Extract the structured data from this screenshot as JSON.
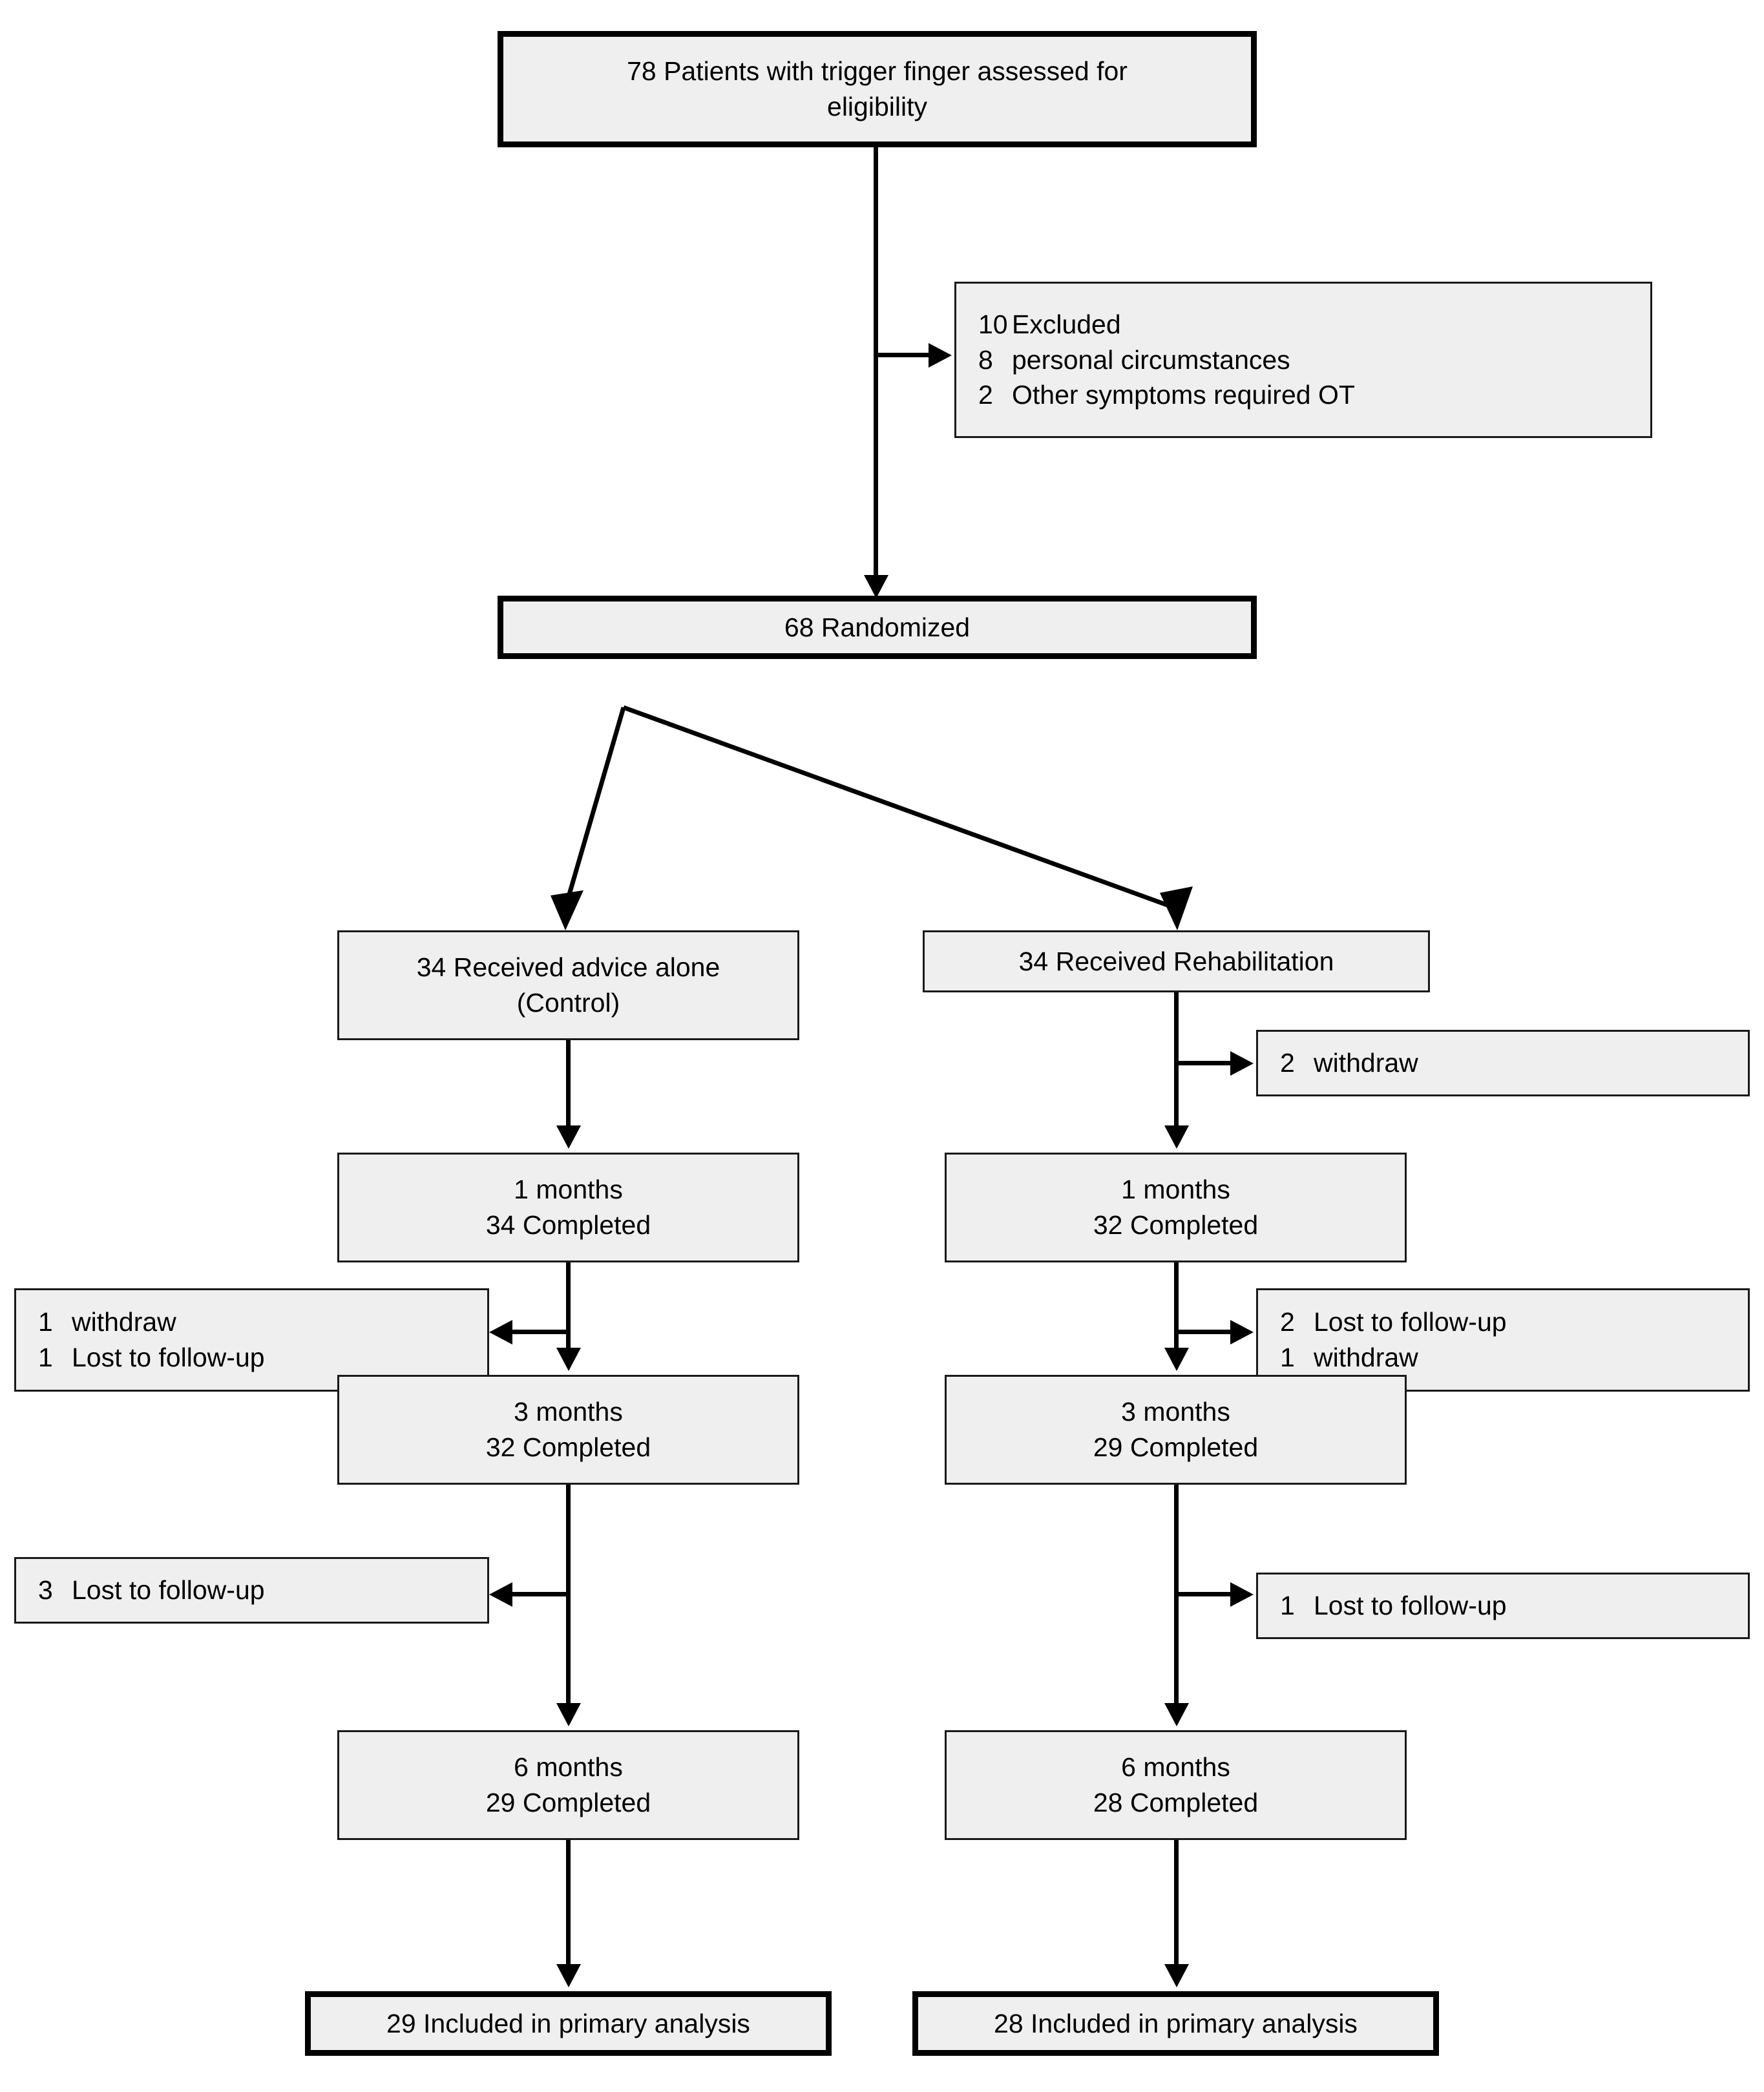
{
  "diagram": {
    "title": "CONSORT flow diagram",
    "colors": {
      "box_fill": "#efefef",
      "box_border": "#1a1a1a",
      "emphasis_border": "#000000",
      "background": "#ffffff",
      "text": "#000000"
    },
    "enrollment": {
      "assessed": {
        "line1": "78 Patients with trigger finger assessed for",
        "line2": "eligibility"
      },
      "excluded": {
        "rows": [
          {
            "num": "10",
            "text": "Excluded"
          },
          {
            "num": "8",
            "text": "personal circumstances"
          },
          {
            "num": "2",
            "text": "Other symptoms required OT"
          }
        ]
      },
      "randomized": {
        "label": "68 Randomized"
      }
    },
    "control_arm": {
      "allocation": {
        "line1": "34 Received advice alone",
        "line2": "(Control)"
      },
      "month1": {
        "line1": "1 months",
        "line2": "34 Completed"
      },
      "dropout_1to3": {
        "rows": [
          {
            "num": "1",
            "text": "withdraw"
          },
          {
            "num": "1",
            "text": "Lost to follow-up"
          }
        ]
      },
      "month3": {
        "line1": "3 months",
        "line2": "32 Completed"
      },
      "dropout_3to6": {
        "rows": [
          {
            "num": "3",
            "text": "Lost to follow-up"
          }
        ]
      },
      "month6": {
        "line1": "6 months",
        "line2": "29 Completed"
      },
      "analysis": {
        "label": "29 Included in primary analysis"
      }
    },
    "rehab_arm": {
      "allocation": {
        "line1": "34 Received Rehabilitation"
      },
      "dropout_alloc": {
        "rows": [
          {
            "num": "2",
            "text": "withdraw"
          }
        ]
      },
      "month1": {
        "line1": "1 months",
        "line2": "32 Completed"
      },
      "dropout_1to3": {
        "rows": [
          {
            "num": "2",
            "text": "Lost to follow-up"
          },
          {
            "num": "1",
            "text": "withdraw"
          }
        ]
      },
      "month3": {
        "line1": "3 months",
        "line2": "29 Completed"
      },
      "dropout_3to6": {
        "rows": [
          {
            "num": "1",
            "text": "Lost to follow-up"
          }
        ]
      },
      "month6": {
        "line1": "6 months",
        "line2": "28 Completed"
      },
      "analysis": {
        "label": "28 Included in primary analysis"
      }
    }
  },
  "chart_data": {
    "type": "diagram",
    "title": "CONSORT flow diagram",
    "nodes": [
      {
        "id": "assessed",
        "label": "78 Patients with trigger finger assessed for eligibility",
        "n": 78
      },
      {
        "id": "excluded",
        "label": "10 Excluded; 8 personal circumstances; 2 Other symptoms required OT",
        "n": 10
      },
      {
        "id": "randomized",
        "label": "68 Randomized",
        "n": 68
      },
      {
        "id": "control-allocation",
        "label": "34 Received advice alone (Control)",
        "n": 34
      },
      {
        "id": "control-m1",
        "label": "1 months 34 Completed",
        "n": 34
      },
      {
        "id": "control-drop-1to3",
        "label": "1 withdraw; 1 Lost to follow-up",
        "n": 2
      },
      {
        "id": "control-m3",
        "label": "3 months 32 Completed",
        "n": 32
      },
      {
        "id": "control-drop-3to6",
        "label": "3 Lost to follow-up",
        "n": 3
      },
      {
        "id": "control-m6",
        "label": "6 months 29 Completed",
        "n": 29
      },
      {
        "id": "control-analysis",
        "label": "29 Included in primary analysis",
        "n": 29
      },
      {
        "id": "rehab-allocation",
        "label": "34 Received Rehabilitation",
        "n": 34
      },
      {
        "id": "rehab-drop-alloc",
        "label": "2 withdraw",
        "n": 2
      },
      {
        "id": "rehab-m1",
        "label": "1 months 32 Completed",
        "n": 32
      },
      {
        "id": "rehab-drop-1to3",
        "label": "2 Lost to follow-up; 1 withdraw",
        "n": 3
      },
      {
        "id": "rehab-m3",
        "label": "3 months 29 Completed",
        "n": 29
      },
      {
        "id": "rehab-drop-3to6",
        "label": "1 Lost to follow-up",
        "n": 1
      },
      {
        "id": "rehab-m6",
        "label": "6 months 28 Completed",
        "n": 28
      },
      {
        "id": "rehab-analysis",
        "label": "28 Included in primary analysis",
        "n": 28
      }
    ],
    "edges": [
      {
        "from": "assessed",
        "to": "excluded"
      },
      {
        "from": "assessed",
        "to": "randomized"
      },
      {
        "from": "randomized",
        "to": "control-allocation"
      },
      {
        "from": "randomized",
        "to": "rehab-allocation"
      },
      {
        "from": "control-allocation",
        "to": "control-m1"
      },
      {
        "from": "control-m1",
        "to": "control-drop-1to3"
      },
      {
        "from": "control-m1",
        "to": "control-m3"
      },
      {
        "from": "control-m3",
        "to": "control-drop-3to6"
      },
      {
        "from": "control-m3",
        "to": "control-m6"
      },
      {
        "from": "control-m6",
        "to": "control-analysis"
      },
      {
        "from": "rehab-allocation",
        "to": "rehab-drop-alloc"
      },
      {
        "from": "rehab-allocation",
        "to": "rehab-m1"
      },
      {
        "from": "rehab-m1",
        "to": "rehab-drop-1to3"
      },
      {
        "from": "rehab-m1",
        "to": "rehab-m3"
      },
      {
        "from": "rehab-m3",
        "to": "rehab-drop-3to6"
      },
      {
        "from": "rehab-m3",
        "to": "rehab-m6"
      },
      {
        "from": "rehab-m6",
        "to": "rehab-analysis"
      }
    ]
  }
}
